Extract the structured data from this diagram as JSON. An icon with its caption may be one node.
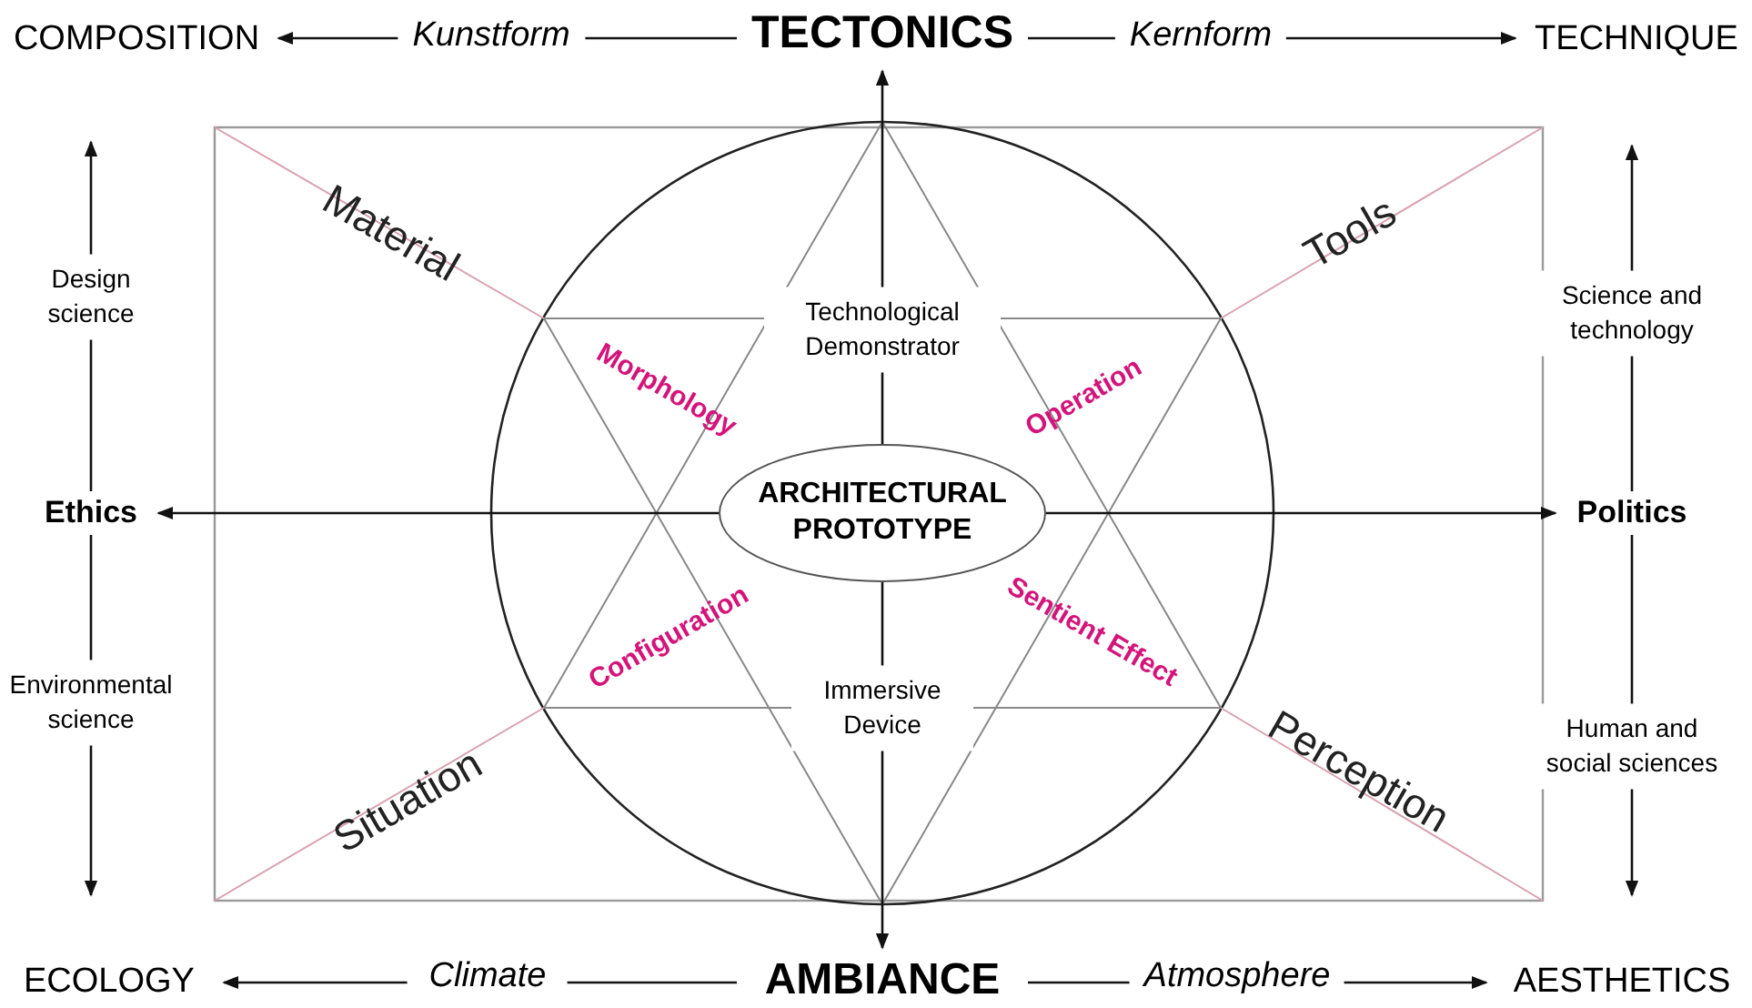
{
  "diagram": {
    "nodes": [
      {
        "text": [
          "TECTONICS"
        ]
      },
      {
        "text": [
          "COMPOSITION"
        ]
      },
      {
        "text": [
          "TECHNIQUE"
        ]
      },
      {
        "text": [
          "AMBIANCE"
        ]
      },
      {
        "text": [
          "ECOLOGY"
        ]
      },
      {
        "text": [
          "AESTHETICS"
        ]
      },
      {
        "text": [
          "Ethics"
        ]
      },
      {
        "text": [
          "Politics"
        ]
      },
      {
        "text": [
          "ARCHITECTURAL PROTOTYPE"
        ]
      }
    ],
    "edges": [
      {
        "from": 0,
        "to": 1,
        "arrow": "to",
        "label": "Kunstform"
      },
      {
        "from": 0,
        "to": 2,
        "arrow": "to",
        "label": "Kernform"
      },
      {
        "from": 3,
        "to": 4,
        "arrow": "to",
        "label": "Climate"
      },
      {
        "from": 3,
        "to": 5,
        "arrow": "to",
        "label": "Atmosphere"
      },
      {
        "from": 6,
        "to": null,
        "arrow": "to",
        "label": "Design science"
      },
      {
        "from": 6,
        "to": null,
        "arrow": "to",
        "label": "Environmental science"
      },
      {
        "from": 7,
        "to": null,
        "arrow": "to",
        "label": "Science and technology"
      },
      {
        "from": 7,
        "to": null,
        "arrow": "to",
        "label": "Human and social sciences"
      },
      {
        "from": 8,
        "to": 0,
        "arrow": "to",
        "label": "Technological Demonstrator"
      },
      {
        "from": 8,
        "to": 3,
        "arrow": "to",
        "label": "Immersive Device"
      },
      {
        "from": 8,
        "to": 6,
        "arrow": "to"
      },
      {
        "from": 8,
        "to": 7,
        "arrow": "to"
      }
    ],
    "labels": [
      "Material",
      "Tools",
      "Morphology",
      "Operation",
      "Configuration",
      "Sentient Effect",
      "Situation",
      "Perception"
    ]
  }
}
